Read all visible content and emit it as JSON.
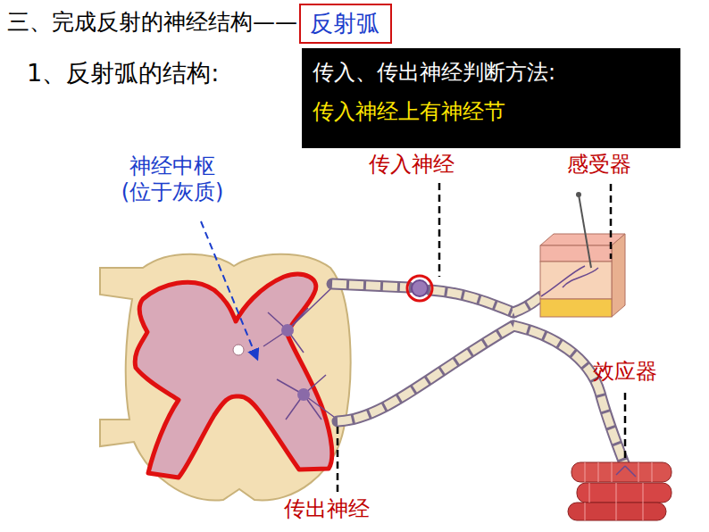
{
  "diagram": {
    "title": "三、完成反射的神经结构——",
    "nodes": [
      {
        "text": [
          "反射弧"
        ]
      },
      {
        "text": [
          "传入、传出神经判断方法:",
          "传入神经上有神经节"
        ]
      }
    ],
    "labels": [
      "1、反射弧的结构:",
      "神经中枢 (位于灰质)",
      "传入神经",
      "感受器",
      "效应器",
      "传出神经"
    ]
  }
}
